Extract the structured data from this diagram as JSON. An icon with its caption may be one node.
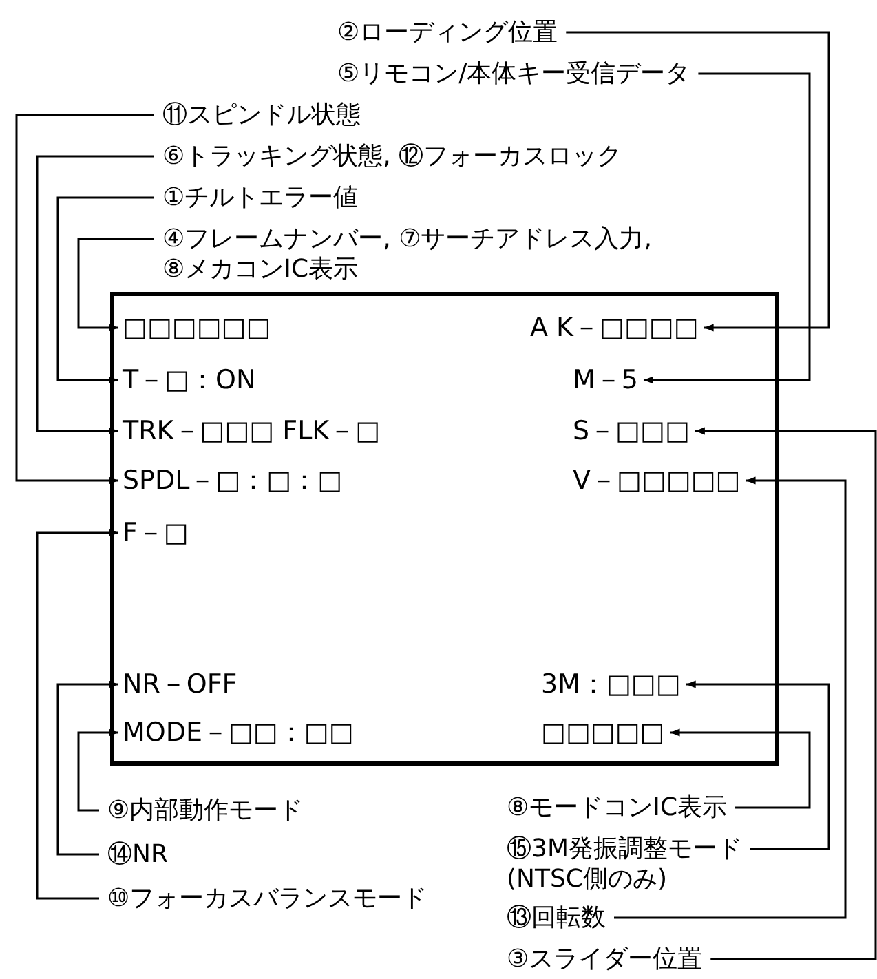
{
  "diagram": {
    "nodes": [
      {
        "text": [
          "②ローディング位置"
        ]
      },
      {
        "text": [
          "⑤リモコン/本体キー受信データ"
        ]
      },
      {
        "text": [
          "⑪スピンドル状態"
        ]
      },
      {
        "text": [
          "⑥トラッキング状態, ⑫フォーカスロック"
        ]
      },
      {
        "text": [
          "①チルトエラー値"
        ]
      },
      {
        "text": [
          "④フレームナンバー, ⑦サーチアドレス入力, ⑧メカコンIC表示"
        ]
      },
      {
        "text": [],
        "shape": "box"
      },
      {
        "text": [
          "□□□□□□"
        ],
        "in": 6
      },
      {
        "text": [
          "A K－□□□□"
        ],
        "in": 6
      },
      {
        "text": [
          "T－□：ON"
        ],
        "in": 6
      },
      {
        "text": [
          "M－5"
        ],
        "in": 6
      },
      {
        "text": [
          "TRK－□□□ FLK－□"
        ],
        "in": 6
      },
      {
        "text": [
          "S－□□□"
        ],
        "in": 6
      },
      {
        "text": [
          "SPDL－□：□：□"
        ],
        "in": 6
      },
      {
        "text": [
          "V－□□□□□"
        ],
        "in": 6
      },
      {
        "text": [
          "F－□"
        ],
        "in": 6
      },
      {
        "text": [
          "NR－OFF"
        ],
        "in": 6
      },
      {
        "text": [
          "3M：□□□"
        ],
        "in": 6
      },
      {
        "text": [
          "MODE－□□：□□"
        ],
        "in": 6
      },
      {
        "text": [
          "□□□□□"
        ],
        "in": 6
      },
      {
        "text": [
          "⑨内部動作モード"
        ]
      },
      {
        "text": [
          "⑧モードコンIC表示"
        ]
      },
      {
        "text": [
          "⑭NR"
        ]
      },
      {
        "text": [
          "⑮3M発振調整モード (NTSC側のみ)"
        ]
      },
      {
        "text": [
          "⑩フォーカスバランスモード"
        ]
      },
      {
        "text": [
          "⑬回転数"
        ]
      },
      {
        "text": [
          "③スライダー位置"
        ]
      }
    ],
    "edges": [
      {
        "from": 0,
        "to": 8,
        "arrow": "to"
      },
      {
        "from": 1,
        "to": 10,
        "arrow": "to"
      },
      {
        "from": 2,
        "to": 13,
        "arrow": "to"
      },
      {
        "from": 3,
        "to": 11,
        "arrow": "to"
      },
      {
        "from": 4,
        "to": 9,
        "arrow": "to"
      },
      {
        "from": 5,
        "to": 7,
        "arrow": "to"
      },
      {
        "from": 20,
        "to": 18,
        "arrow": "to"
      },
      {
        "from": 22,
        "to": 16,
        "arrow": "to"
      },
      {
        "from": 24,
        "to": 15,
        "arrow": "to"
      },
      {
        "from": 21,
        "to": 19,
        "arrow": "to"
      },
      {
        "from": 23,
        "to": 17,
        "arrow": "to"
      },
      {
        "from": 25,
        "to": 14,
        "arrow": "to"
      },
      {
        "from": 26,
        "to": 12,
        "arrow": "to"
      }
    ]
  }
}
